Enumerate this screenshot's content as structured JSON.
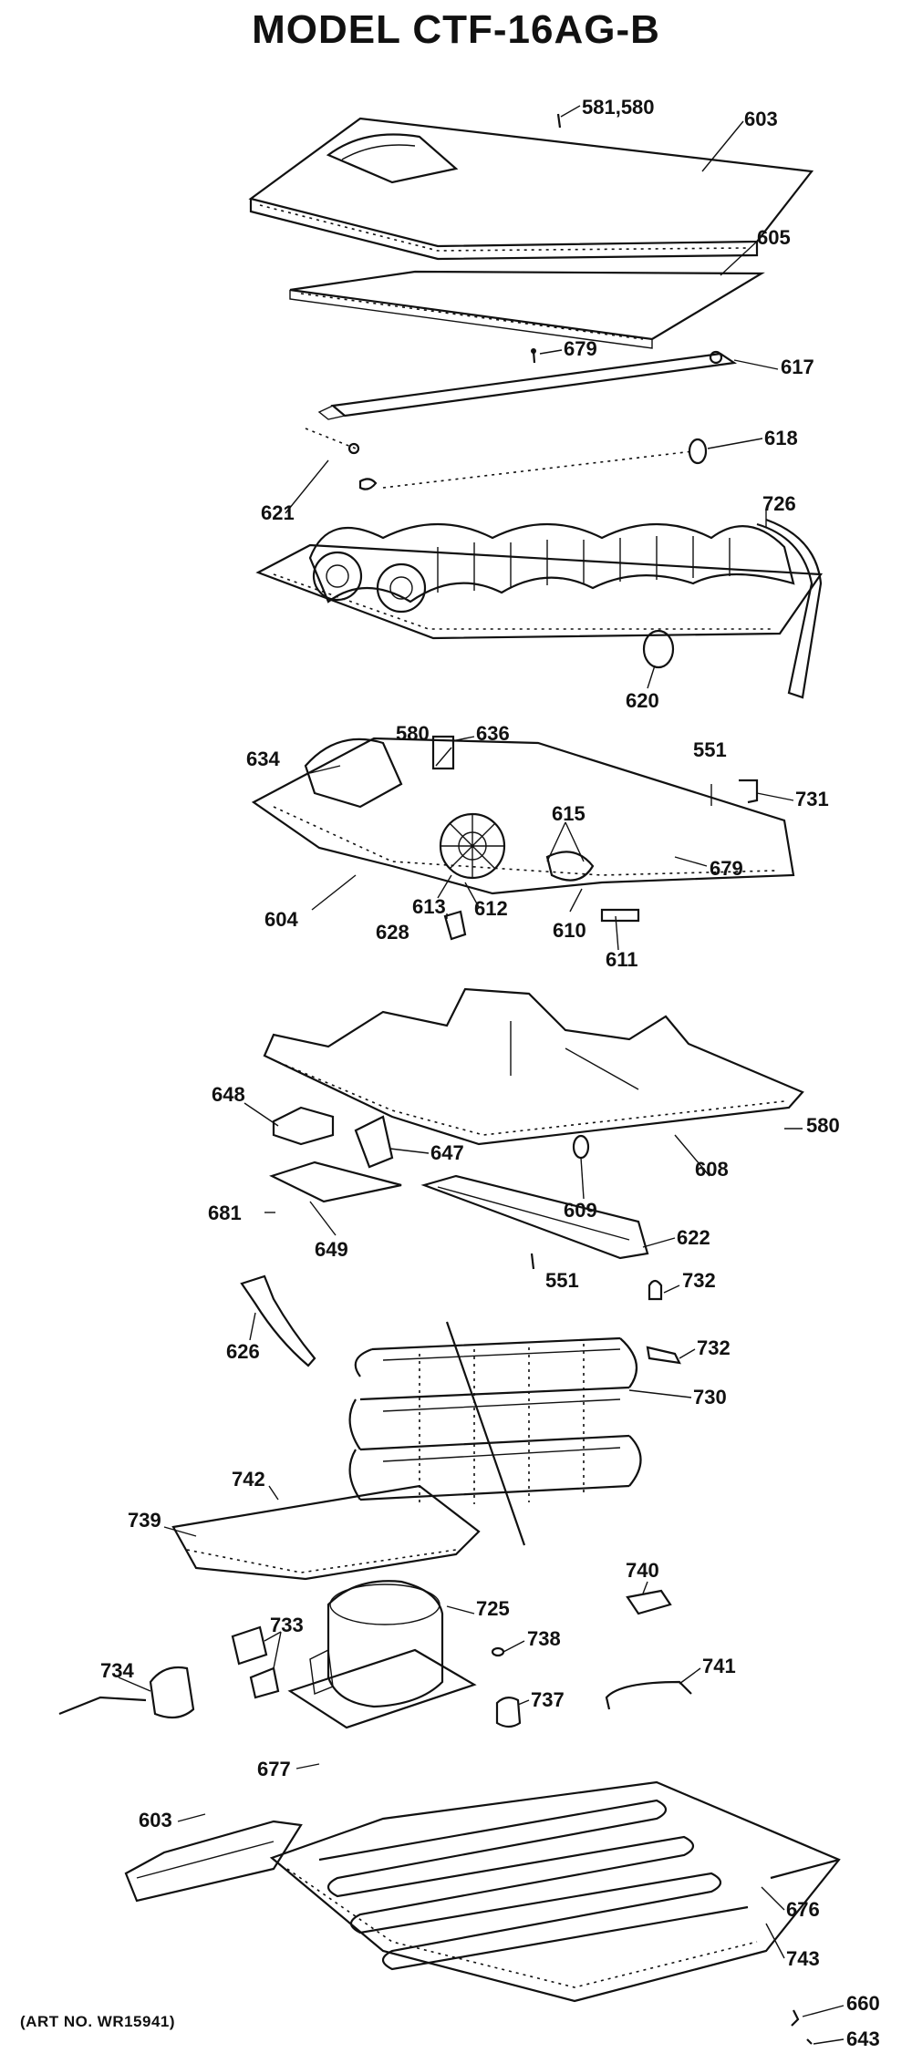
{
  "title": "MODEL CTF-16AG-B",
  "art_number": "(ART NO. WR15941)",
  "callouts": [
    {
      "id": "c581",
      "text": "581,580"
    },
    {
      "id": "c603a",
      "text": "603"
    },
    {
      "id": "c605",
      "text": "605"
    },
    {
      "id": "c679a",
      "text": "679"
    },
    {
      "id": "c617",
      "text": "617"
    },
    {
      "id": "c618",
      "text": "618"
    },
    {
      "id": "c621",
      "text": "621"
    },
    {
      "id": "c726",
      "text": "726"
    },
    {
      "id": "c620",
      "text": "620"
    },
    {
      "id": "c580a",
      "text": "580"
    },
    {
      "id": "c636",
      "text": "636"
    },
    {
      "id": "c634",
      "text": "634"
    },
    {
      "id": "c551a",
      "text": "551"
    },
    {
      "id": "c731",
      "text": "731"
    },
    {
      "id": "c615a",
      "text": "615"
    },
    {
      "id": "c604",
      "text": "604"
    },
    {
      "id": "c613",
      "text": "613"
    },
    {
      "id": "c612",
      "text": "612"
    },
    {
      "id": "c679b",
      "text": "679"
    },
    {
      "id": "c628",
      "text": "628"
    },
    {
      "id": "c610",
      "text": "610"
    },
    {
      "id": "c611",
      "text": "611"
    },
    {
      "id": "c648",
      "text": "648"
    },
    {
      "id": "c580b",
      "text": "580"
    },
    {
      "id": "c647",
      "text": "647"
    },
    {
      "id": "c608",
      "text": "608"
    },
    {
      "id": "c609",
      "text": "609"
    },
    {
      "id": "c681",
      "text": "681"
    },
    {
      "id": "c649",
      "text": "649"
    },
    {
      "id": "c622",
      "text": "622"
    },
    {
      "id": "c551b",
      "text": "551"
    },
    {
      "id": "c732a",
      "text": "732"
    },
    {
      "id": "c626",
      "text": "626"
    },
    {
      "id": "c732b",
      "text": "732"
    },
    {
      "id": "c730",
      "text": "730"
    },
    {
      "id": "c742",
      "text": "742"
    },
    {
      "id": "c739",
      "text": "739"
    },
    {
      "id": "c740",
      "text": "740"
    },
    {
      "id": "c725",
      "text": "725"
    },
    {
      "id": "c733",
      "text": "733"
    },
    {
      "id": "c734",
      "text": "734"
    },
    {
      "id": "c738",
      "text": "738"
    },
    {
      "id": "c741",
      "text": "741"
    },
    {
      "id": "c737",
      "text": "737"
    },
    {
      "id": "c677",
      "text": "677"
    },
    {
      "id": "c603b",
      "text": "603"
    },
    {
      "id": "c676",
      "text": "676"
    },
    {
      "id": "c743",
      "text": "743"
    },
    {
      "id": "c660",
      "text": "660"
    },
    {
      "id": "c643",
      "text": "643"
    }
  ]
}
